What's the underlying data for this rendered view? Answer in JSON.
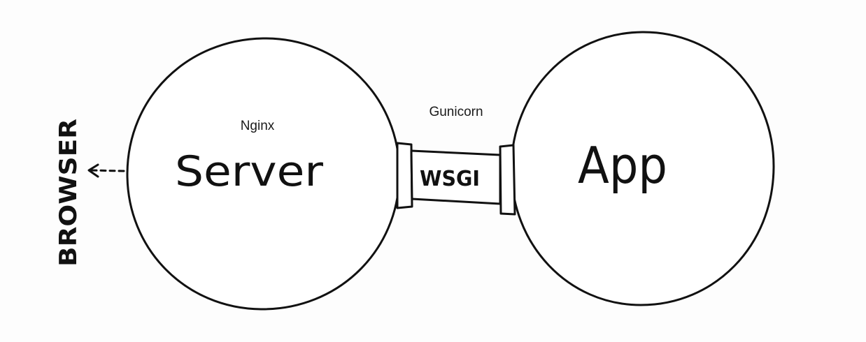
{
  "diagram": {
    "server_label": "Server",
    "server_sublabel": "Nginx",
    "app_label": "App",
    "bridge_label": "WSGI",
    "bridge_sublabel": "Gunicorn",
    "browser_label": "BROWSER"
  },
  "colors": {
    "ink": "#111111",
    "background": "#fdfdfd"
  }
}
